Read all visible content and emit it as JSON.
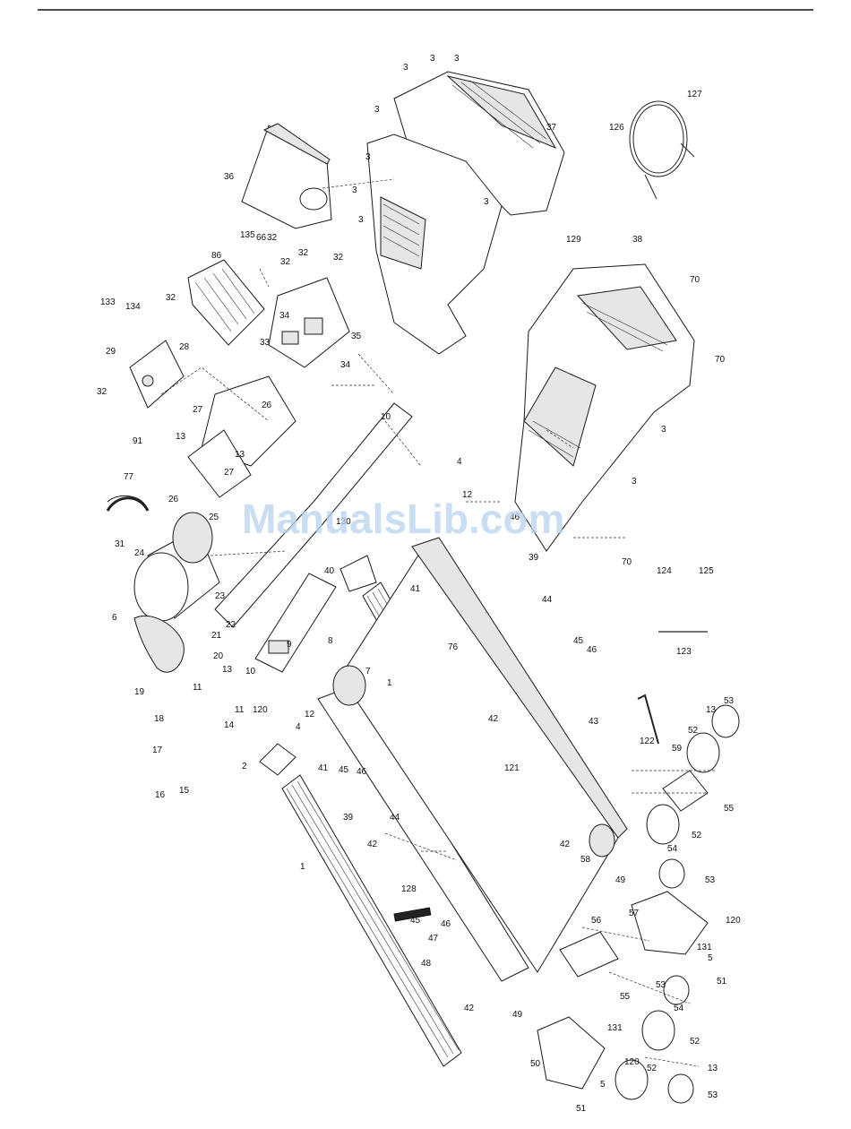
{
  "watermark": "ManualsLib.com",
  "labels": [
    {
      "id": "l3a",
      "text": "3"
    },
    {
      "id": "l3b",
      "text": "3"
    },
    {
      "id": "l3c",
      "text": "3"
    },
    {
      "id": "l3d",
      "text": "3"
    },
    {
      "id": "l3e",
      "text": "3"
    },
    {
      "id": "l3f",
      "text": "3"
    },
    {
      "id": "l3g",
      "text": "3"
    },
    {
      "id": "l3h",
      "text": "3"
    },
    {
      "id": "l3i",
      "text": "3"
    },
    {
      "id": "l3j",
      "text": "3"
    },
    {
      "id": "l37",
      "text": "37"
    },
    {
      "id": "l36",
      "text": "36"
    },
    {
      "id": "l127",
      "text": "127"
    },
    {
      "id": "l126",
      "text": "126"
    },
    {
      "id": "l129",
      "text": "129"
    },
    {
      "id": "l38",
      "text": "38"
    },
    {
      "id": "l135",
      "text": "135"
    },
    {
      "id": "l66",
      "text": "66"
    },
    {
      "id": "l32a",
      "text": "32"
    },
    {
      "id": "l32b",
      "text": "32"
    },
    {
      "id": "l32c",
      "text": "32"
    },
    {
      "id": "l32d",
      "text": "32"
    },
    {
      "id": "l32e",
      "text": "32"
    },
    {
      "id": "l32f",
      "text": "32"
    },
    {
      "id": "l86",
      "text": "86"
    },
    {
      "id": "l133",
      "text": "133"
    },
    {
      "id": "l134",
      "text": "134"
    },
    {
      "id": "l33",
      "text": "33"
    },
    {
      "id": "l34a",
      "text": "34"
    },
    {
      "id": "l34b",
      "text": "34"
    },
    {
      "id": "l35",
      "text": "35"
    },
    {
      "id": "l29",
      "text": "29"
    },
    {
      "id": "l28",
      "text": "28"
    },
    {
      "id": "l70a",
      "text": "70"
    },
    {
      "id": "l70b",
      "text": "70"
    },
    {
      "id": "l70c",
      "text": "70"
    },
    {
      "id": "l10a",
      "text": "10"
    },
    {
      "id": "l10b",
      "text": "10"
    },
    {
      "id": "l13a",
      "text": "13"
    },
    {
      "id": "l13b",
      "text": "13"
    },
    {
      "id": "l13c",
      "text": "13"
    },
    {
      "id": "l13d",
      "text": "13"
    },
    {
      "id": "l13e",
      "text": "13"
    },
    {
      "id": "l27a",
      "text": "27"
    },
    {
      "id": "l27b",
      "text": "27"
    },
    {
      "id": "l26a",
      "text": "26"
    },
    {
      "id": "l26b",
      "text": "26"
    },
    {
      "id": "l91",
      "text": "91"
    },
    {
      "id": "l77",
      "text": "77"
    },
    {
      "id": "l4a",
      "text": "4"
    },
    {
      "id": "l4b",
      "text": "4"
    },
    {
      "id": "l12a",
      "text": "12"
    },
    {
      "id": "l12b",
      "text": "12"
    },
    {
      "id": "l46a",
      "text": "46"
    },
    {
      "id": "l46b",
      "text": "46"
    },
    {
      "id": "l46c",
      "text": "46"
    },
    {
      "id": "l46d",
      "text": "46"
    },
    {
      "id": "l31",
      "text": "31"
    },
    {
      "id": "l24",
      "text": "24"
    },
    {
      "id": "l25",
      "text": "25"
    },
    {
      "id": "l130",
      "text": "130"
    },
    {
      "id": "l40",
      "text": "40"
    },
    {
      "id": "l41a",
      "text": "41"
    },
    {
      "id": "l41b",
      "text": "41"
    },
    {
      "id": "l39a",
      "text": "39"
    },
    {
      "id": "l39b",
      "text": "39"
    },
    {
      "id": "l44a",
      "text": "44"
    },
    {
      "id": "l44b",
      "text": "44"
    },
    {
      "id": "l124",
      "text": "124"
    },
    {
      "id": "l125",
      "text": "125"
    },
    {
      "id": "l6",
      "text": "6"
    },
    {
      "id": "l23",
      "text": "23"
    },
    {
      "id": "l21",
      "text": "21"
    },
    {
      "id": "l22",
      "text": "22"
    },
    {
      "id": "l20",
      "text": "20"
    },
    {
      "id": "l9",
      "text": "9"
    },
    {
      "id": "l8",
      "text": "8"
    },
    {
      "id": "l7",
      "text": "7"
    },
    {
      "id": "l1a",
      "text": "1"
    },
    {
      "id": "l1b",
      "text": "1"
    },
    {
      "id": "l76",
      "text": "76"
    },
    {
      "id": "l45a",
      "text": "45"
    },
    {
      "id": "l45b",
      "text": "45"
    },
    {
      "id": "l45c",
      "text": "45"
    },
    {
      "id": "l123",
      "text": "123"
    },
    {
      "id": "l19",
      "text": "19"
    },
    {
      "id": "l11a",
      "text": "11"
    },
    {
      "id": "l11b",
      "text": "11"
    },
    {
      "id": "l18",
      "text": "18"
    },
    {
      "id": "l14",
      "text": "14"
    },
    {
      "id": "l120a",
      "text": "120"
    },
    {
      "id": "l120b",
      "text": "120"
    },
    {
      "id": "l120c",
      "text": "120"
    },
    {
      "id": "l42a",
      "text": "42"
    },
    {
      "id": "l42b",
      "text": "42"
    },
    {
      "id": "l42c",
      "text": "42"
    },
    {
      "id": "l42d",
      "text": "42"
    },
    {
      "id": "l43",
      "text": "43"
    },
    {
      "id": "l122",
      "text": "122"
    },
    {
      "id": "l53a",
      "text": "53"
    },
    {
      "id": "l53b",
      "text": "53"
    },
    {
      "id": "l53c",
      "text": "53"
    },
    {
      "id": "l53d",
      "text": "53"
    },
    {
      "id": "l52a",
      "text": "52"
    },
    {
      "id": "l52b",
      "text": "52"
    },
    {
      "id": "l52c",
      "text": "52"
    },
    {
      "id": "l52d",
      "text": "52"
    },
    {
      "id": "l59",
      "text": "59"
    },
    {
      "id": "l17",
      "text": "17"
    },
    {
      "id": "l16",
      "text": "16"
    },
    {
      "id": "l15",
      "text": "15"
    },
    {
      "id": "l2",
      "text": "2"
    },
    {
      "id": "l121",
      "text": "121"
    },
    {
      "id": "l55a",
      "text": "55"
    },
    {
      "id": "l55b",
      "text": "55"
    },
    {
      "id": "l54a",
      "text": "54"
    },
    {
      "id": "l54b",
      "text": "54"
    },
    {
      "id": "l58",
      "text": "58"
    },
    {
      "id": "l49a",
      "text": "49"
    },
    {
      "id": "l49b",
      "text": "49"
    },
    {
      "id": "l128",
      "text": "128"
    },
    {
      "id": "l57",
      "text": "57"
    },
    {
      "id": "l131a",
      "text": "131"
    },
    {
      "id": "l131b",
      "text": "131"
    },
    {
      "id": "l5a",
      "text": "5"
    },
    {
      "id": "l5b",
      "text": "5"
    },
    {
      "id": "l51a",
      "text": "51"
    },
    {
      "id": "l51b",
      "text": "51"
    },
    {
      "id": "l47",
      "text": "47"
    },
    {
      "id": "l48",
      "text": "48"
    },
    {
      "id": "l56",
      "text": "56"
    },
    {
      "id": "l50",
      "text": "50"
    }
  ]
}
